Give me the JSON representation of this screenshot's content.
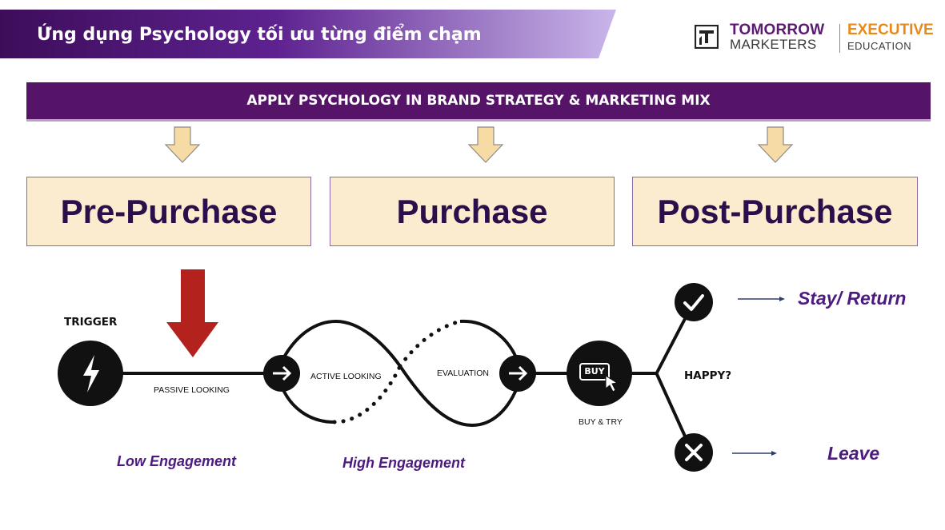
{
  "title": "Ứng dụng Psychology tối ưu từng điểm chạm",
  "logo": {
    "line1": "TOMORROW",
    "line2": "MARKETERS",
    "line3": "EXECUTIVE",
    "line4": "EDUCATION"
  },
  "strategy_bar": "APPLY PSYCHOLOGY IN BRAND STRATEGY & MARKETING MIX",
  "stages": [
    "Pre-Purchase",
    "Purchase",
    "Post-Purchase"
  ],
  "journey": {
    "trigger": "TRIGGER",
    "passive_looking": "PASSIVE LOOKING",
    "active_looking": "ACTIVE LOOKING",
    "evaluation": "EVALUATION",
    "buy_icon": "BUY",
    "buy_try": "BUY & TRY",
    "happy": "HAPPY?",
    "stay_return": "Stay/ Return",
    "leave": "Leave",
    "low_engagement": "Low Engagement",
    "high_engagement": "High Engagement"
  },
  "colors": {
    "banner_dark": "#3d0d5a",
    "banner_light": "#c9b6ea",
    "strategy_bar": "#561468",
    "stage_fill": "#fbebcf",
    "stage_text": "#2b0f4a",
    "down_arrow_fill": "#f7dba4",
    "red_arrow": "#b3221d",
    "engagement_text": "#4b1b7e"
  },
  "icons": [
    "lightning-icon",
    "arrow-right-icon",
    "buy-hand-icon",
    "check-icon",
    "cross-icon"
  ]
}
